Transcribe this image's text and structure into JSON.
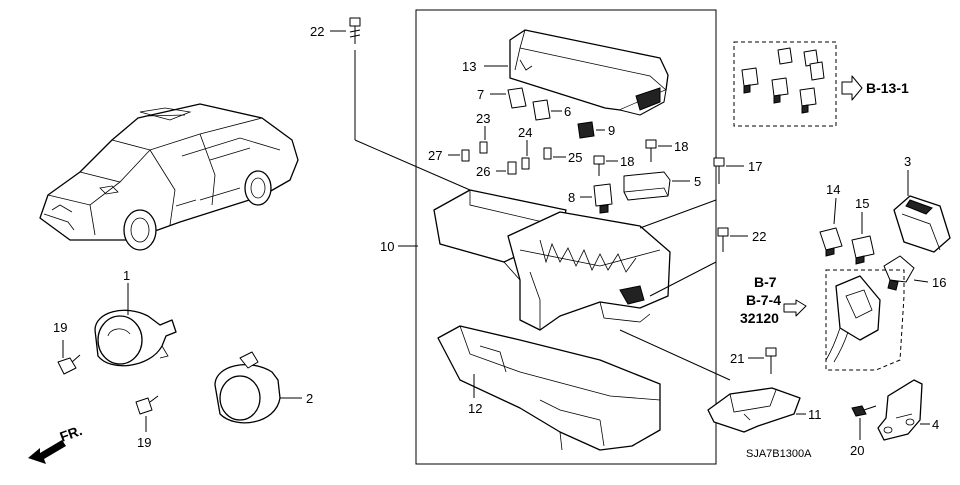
{
  "diagram_code": "SJA7B1300A",
  "front_label": "FR.",
  "refs": {
    "relay_kit": "B-13-1",
    "harness_1": "B-7",
    "harness_2": "B-7-4",
    "harness_3": "32120"
  },
  "callouts": {
    "c1": "1",
    "c2": "2",
    "c3": "3",
    "c4": "4",
    "c5": "5",
    "c6": "6",
    "c7": "7",
    "c8": "8",
    "c9": "9",
    "c10": "10",
    "c11": "11",
    "c12": "12",
    "c13": "13",
    "c14": "14",
    "c15": "15",
    "c16": "16",
    "c17": "17",
    "c18a": "18",
    "c18b": "18",
    "c19a": "19",
    "c19b": "19",
    "c20": "20",
    "c21": "21",
    "c22a": "22",
    "c22b": "22",
    "c23": "23",
    "c24": "24",
    "c25": "25",
    "c26": "26",
    "c27": "27"
  }
}
